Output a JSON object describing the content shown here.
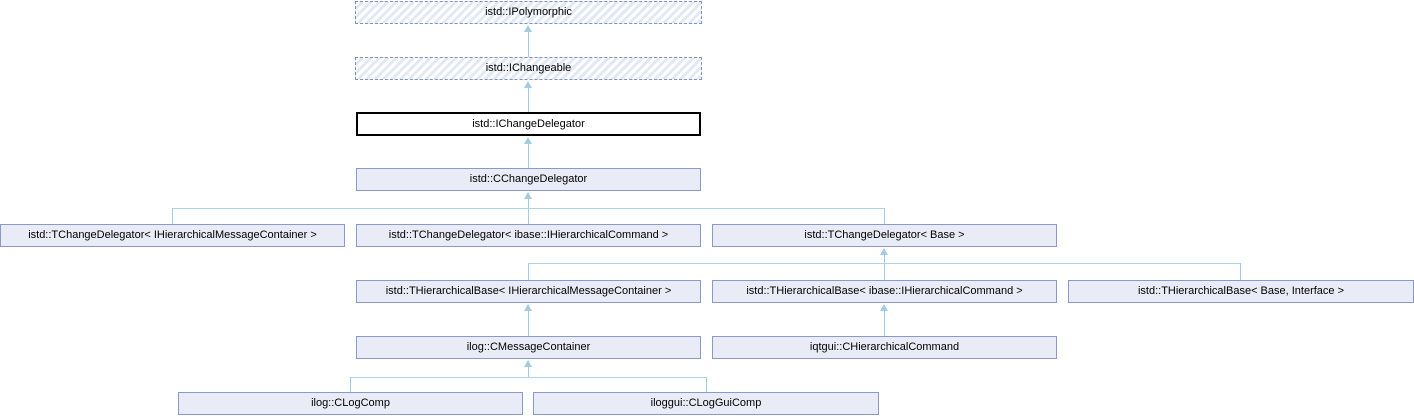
{
  "diagram": {
    "type": "class-inheritance-diagram",
    "colors": {
      "node_fill": "#e9ecf6",
      "node_border": "#8a9ac4",
      "current_node_border": "#000000",
      "hatched_stripe": "#e2e8f4",
      "edge": "#a3cce2"
    },
    "nodes": [
      {
        "label": "istd::IPolymorphic",
        "style": "hatched"
      },
      {
        "label": "istd::IChangeable",
        "style": "hatched"
      },
      {
        "label": "istd::IChangeDelegator",
        "style": "current"
      },
      {
        "label": "istd::CChangeDelegator",
        "style": "filled"
      },
      {
        "label": "istd::TChangeDelegator< IHierarchicalMessageContainer >",
        "style": "filled"
      },
      {
        "label": "istd::TChangeDelegator< ibase::IHierarchicalCommand >",
        "style": "filled"
      },
      {
        "label": "istd::TChangeDelegator< Base >",
        "style": "filled"
      },
      {
        "label": "istd::THierarchicalBase< IHierarchicalMessageContainer >",
        "style": "filled"
      },
      {
        "label": "istd::THierarchicalBase< ibase::IHierarchicalCommand >",
        "style": "filled"
      },
      {
        "label": "istd::THierarchicalBase< Base, Interface >",
        "style": "filled"
      },
      {
        "label": "ilog::CMessageContainer",
        "style": "filled"
      },
      {
        "label": "iqtgui::CHierarchicalCommand",
        "style": "filled"
      },
      {
        "label": "ilog::CLogComp",
        "style": "filled"
      },
      {
        "label": "iloggui::CLogGuiComp",
        "style": "filled"
      }
    ],
    "edges": [
      {
        "from": "istd::IChangeable",
        "to": "istd::IPolymorphic"
      },
      {
        "from": "istd::IChangeDelegator",
        "to": "istd::IChangeable"
      },
      {
        "from": "istd::CChangeDelegator",
        "to": "istd::IChangeDelegator"
      },
      {
        "from": "istd::TChangeDelegator< IHierarchicalMessageContainer >",
        "to": "istd::CChangeDelegator"
      },
      {
        "from": "istd::TChangeDelegator< ibase::IHierarchicalCommand >",
        "to": "istd::CChangeDelegator"
      },
      {
        "from": "istd::TChangeDelegator< Base >",
        "to": "istd::CChangeDelegator"
      },
      {
        "from": "istd::THierarchicalBase< IHierarchicalMessageContainer >",
        "to": "istd::TChangeDelegator< Base >"
      },
      {
        "from": "istd::THierarchicalBase< ibase::IHierarchicalCommand >",
        "to": "istd::TChangeDelegator< Base >"
      },
      {
        "from": "istd::THierarchicalBase< Base, Interface >",
        "to": "istd::TChangeDelegator< Base >"
      },
      {
        "from": "ilog::CMessageContainer",
        "to": "istd::THierarchicalBase< IHierarchicalMessageContainer >"
      },
      {
        "from": "iqtgui::CHierarchicalCommand",
        "to": "istd::THierarchicalBase< ibase::IHierarchicalCommand >"
      },
      {
        "from": "ilog::CLogComp",
        "to": "ilog::CMessageContainer"
      },
      {
        "from": "iloggui::CLogGuiComp",
        "to": "ilog::CMessageContainer"
      }
    ]
  }
}
